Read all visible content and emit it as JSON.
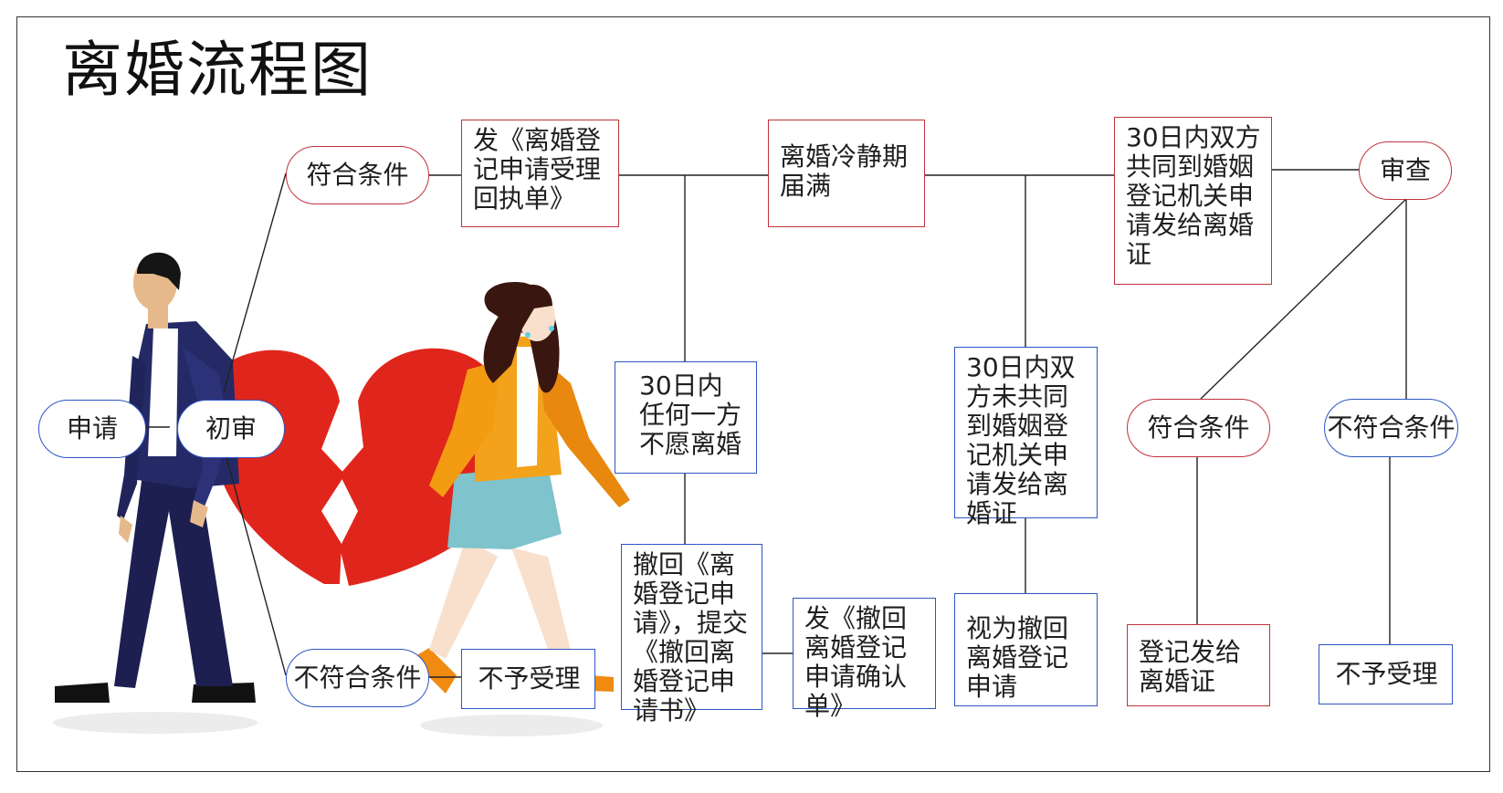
{
  "title": "离婚流程图",
  "colors": {
    "red_border": "#c0323c",
    "blue_border": "#2e55c4",
    "line": "#222222",
    "heart": "#e0261c",
    "man_suit": "#1e2257",
    "woman_jacket": "#f39c12",
    "woman_skirt": "#7fc3cc"
  },
  "nodes": {
    "apply": "申请",
    "initial_review": "初审",
    "meets_conditions": "符合条件",
    "issue_receipt": "发《离婚登记申请受理回执单》",
    "cooling_period_end": "离婚冷静期届满",
    "joint_apply_30d": "30日内双方共同到婚姻登记机关申请发给离婚证",
    "review": "审查",
    "either_unwilling_30d": "30日内任何一方不愿离婚",
    "not_joint_30d": "30日内双方未共同到婚姻登记机关申请发给离婚证",
    "meets_conditions_2": "符合条件",
    "fails_conditions_2": "不符合条件",
    "withdraw_application": "撤回《离婚登记申请》，提交《撤回离婚登记申请书》",
    "issue_withdraw_confirm": "发《撤回离婚登记申请确认单》",
    "deemed_withdrawn": "视为撤回离婚登记申请",
    "register_issue_cert": "登记发给离婚证",
    "not_accepted_2": "不予受理",
    "fails_conditions": "不符合条件",
    "not_accepted": "不予受理"
  },
  "illustration": {
    "figures": [
      "man-walking",
      "broken-heart",
      "woman-crying"
    ]
  }
}
